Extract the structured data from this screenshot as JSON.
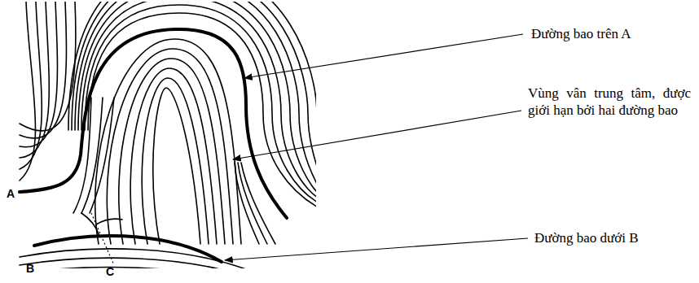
{
  "diagram": {
    "labels": [
      "Đường bao trên A",
      "Vùng vân trung tâm, được giới hạn bởi hai đường bao",
      "Đường bao dưới B",
      "A",
      "B",
      "C"
    ]
  }
}
